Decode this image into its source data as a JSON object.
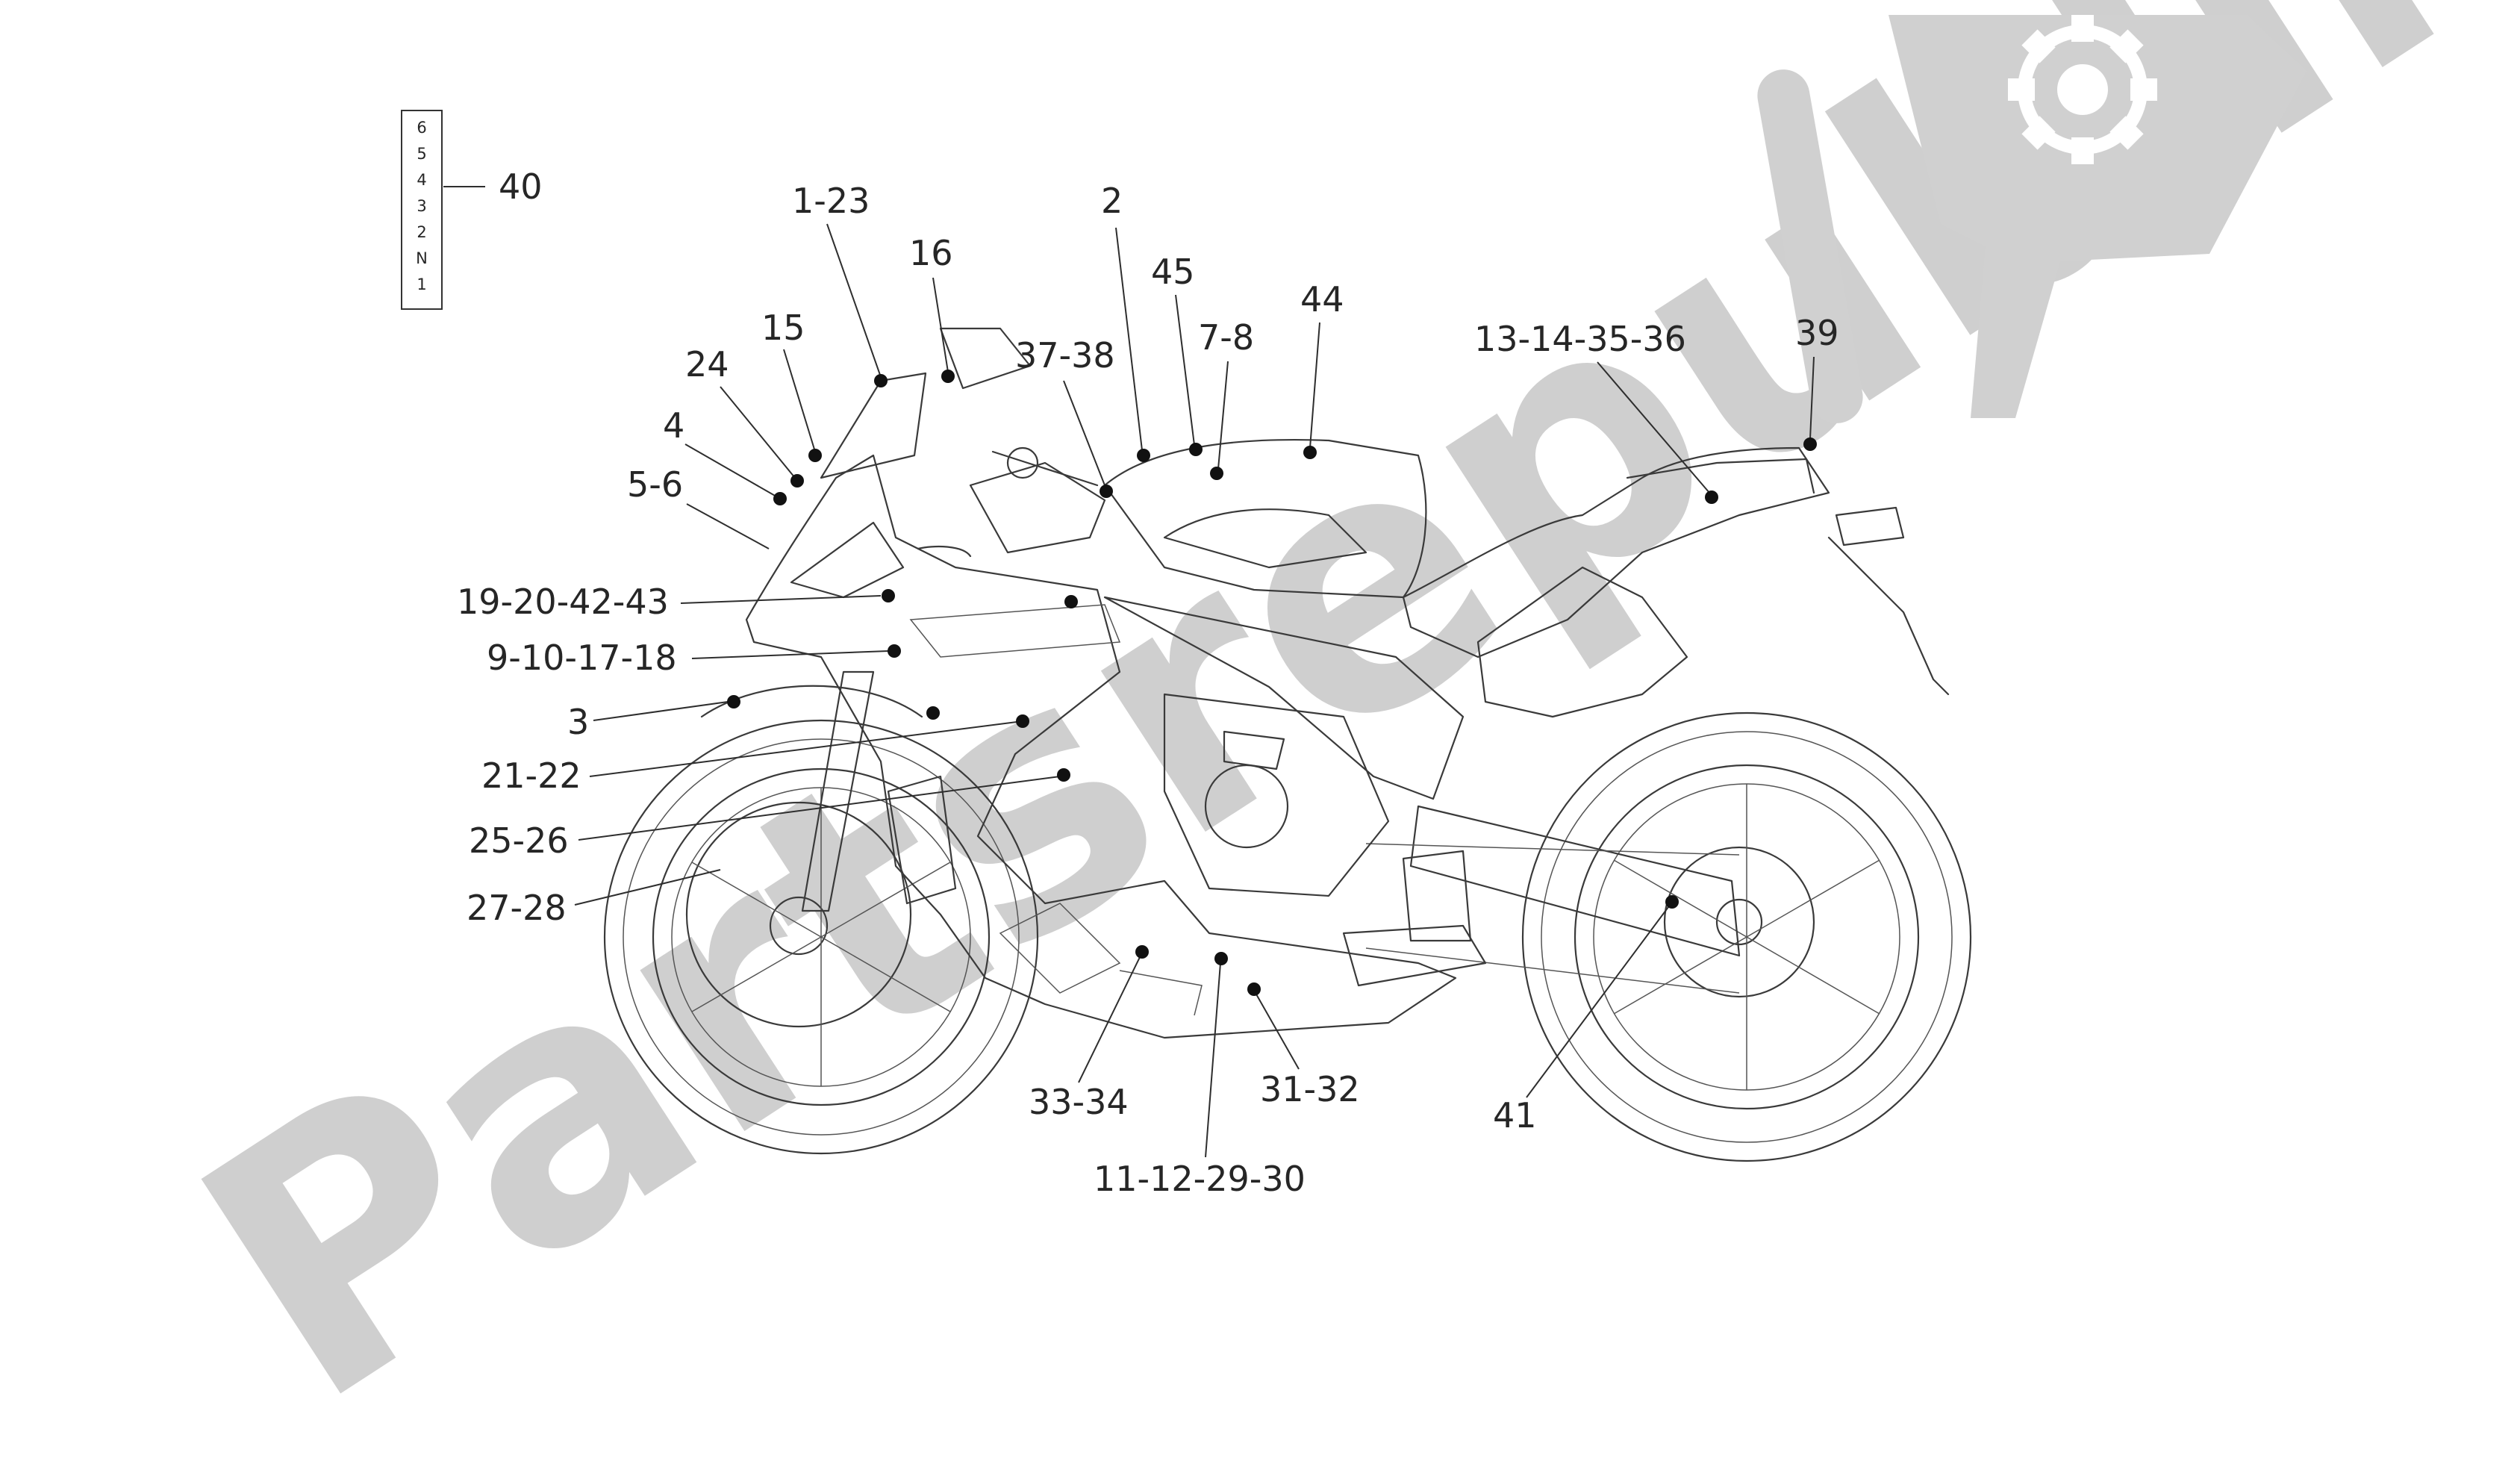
{
  "watermark": {
    "text": "Partsrepublik",
    "logo_icon": "wrench-gear-icon"
  },
  "gear_indicator": {
    "positions": [
      "6",
      "5",
      "4",
      "3",
      "2",
      "N",
      "1"
    ],
    "ref": "40"
  },
  "callouts": [
    {
      "id": "c-1-23",
      "label": "1-23"
    },
    {
      "id": "c-16",
      "label": "16"
    },
    {
      "id": "c-15",
      "label": "15"
    },
    {
      "id": "c-24",
      "label": "24"
    },
    {
      "id": "c-4",
      "label": "4"
    },
    {
      "id": "c-5-6",
      "label": "5-6"
    },
    {
      "id": "c-19-20-42-43",
      "label": "19-20-42-43"
    },
    {
      "id": "c-9-10-17-18",
      "label": "9-10-17-18"
    },
    {
      "id": "c-3",
      "label": "3"
    },
    {
      "id": "c-21-22",
      "label": "21-22"
    },
    {
      "id": "c-25-26",
      "label": "25-26"
    },
    {
      "id": "c-27-28",
      "label": "27-28"
    },
    {
      "id": "c-2",
      "label": "2"
    },
    {
      "id": "c-45",
      "label": "45"
    },
    {
      "id": "c-37-38",
      "label": "37-38"
    },
    {
      "id": "c-7-8",
      "label": "7-8"
    },
    {
      "id": "c-44",
      "label": "44"
    },
    {
      "id": "c-13-14-35-36",
      "label": "13-14-35-36"
    },
    {
      "id": "c-39",
      "label": "39"
    },
    {
      "id": "c-33-34",
      "label": "33-34"
    },
    {
      "id": "c-11-12-29-30",
      "label": "11-12-29-30"
    },
    {
      "id": "c-31-32",
      "label": "31-32"
    },
    {
      "id": "c-41",
      "label": "41"
    }
  ]
}
